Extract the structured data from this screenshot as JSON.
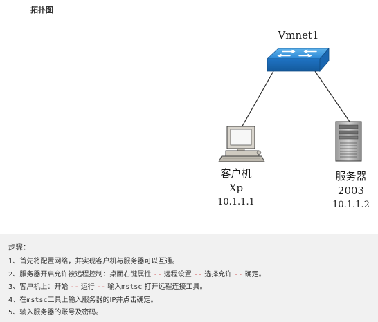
{
  "heading": "拓扑图",
  "switch": {
    "label": "Vmnet1"
  },
  "client": {
    "name": "客户机",
    "os": "Xp",
    "ip": "10.1.1.1"
  },
  "server": {
    "name": "服务器",
    "os": "2003",
    "ip": "10.1.1.2"
  },
  "steps_title": "步骤：",
  "steps": [
    {
      "num": "1、",
      "text": "首先将配置网络，并实现客户机与服务器可以互通。"
    },
    {
      "num": "2、",
      "a": "服务器开启允许被远程控制：桌面右键属性 ",
      "b": "--",
      "c": " 远程设置 ",
      "d": "--",
      "e": " 选择允许 ",
      "f": "--",
      "g": " 确定。"
    },
    {
      "num": "3、",
      "a": "客户机上：开始 ",
      "b": "--",
      "c": " 运行 ",
      "d": "--",
      "e": " 输入",
      "cmd": "mstsc",
      "g": " 打开远程连接工具。"
    },
    {
      "num": "4、",
      "a": "在",
      "cmd": "mstsc",
      "g": "工具上输入服务器的IP并点击确定。"
    },
    {
      "num": "5、",
      "text": "输入服务器的账号及密码。"
    }
  ]
}
